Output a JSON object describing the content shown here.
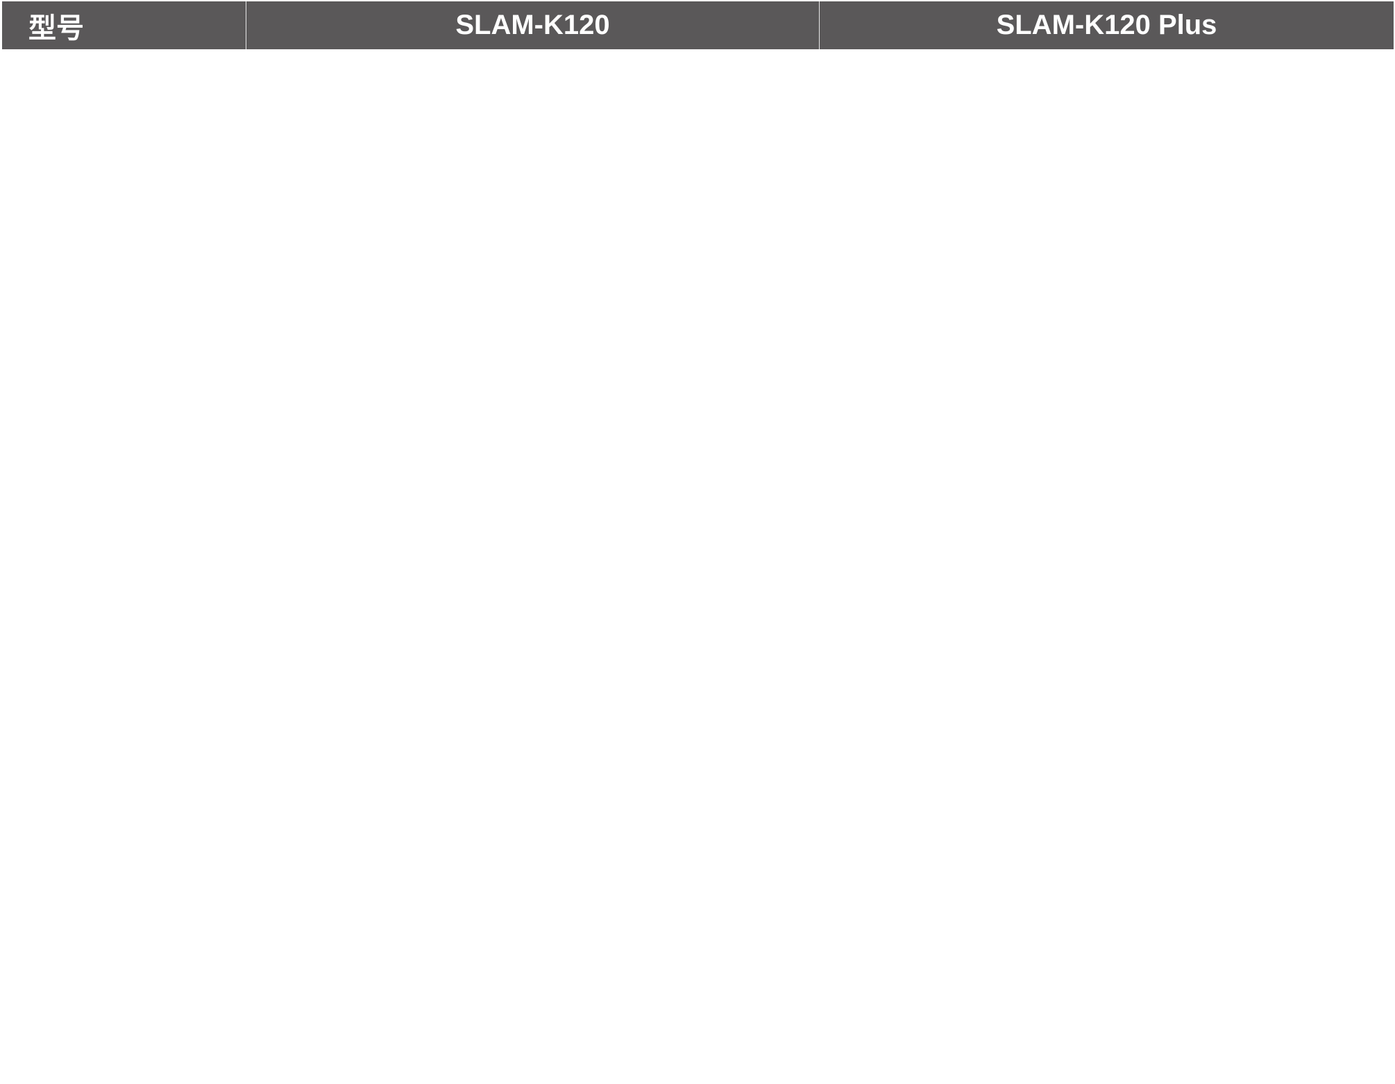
{
  "table": {
    "header": {
      "model_label": "型号",
      "columns": [
        "SLAM-K120",
        "SLAM-K120 Plus"
      ]
    }
  },
  "colors": {
    "header_background": "#5a5859",
    "header_text": "#ffffff",
    "page_background": "#ffffff"
  }
}
